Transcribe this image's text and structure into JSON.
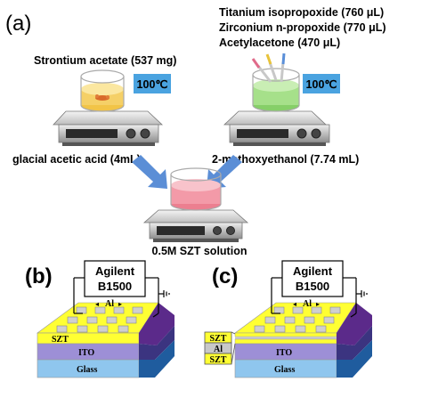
{
  "panel_a": {
    "panel_label": "(a)",
    "reagents": [
      "Titanium isopropoxide (760 μL)",
      "Zirconium n-propoxide (770 μL)",
      "Acetylacetone (470 μL)"
    ],
    "strontium": "Strontium acetate (537 mg)",
    "temp_left": "100℃",
    "temp_right": "100℃",
    "acid": "glacial acetic acid (4mL)",
    "solvent": "2-methoxyethanol (7.74 mL)",
    "solution": "0.5M SZT solution"
  },
  "panel_b": {
    "panel_label": "(b)",
    "instrument_line1": "Agilent",
    "instrument_line2": "B1500",
    "electrode": "Al",
    "layers": [
      "SZT",
      "ITO",
      "Glass"
    ]
  },
  "panel_c": {
    "panel_label": "(c)",
    "instrument_line1": "Agilent",
    "instrument_line2": "B1500",
    "electrode": "Al",
    "stack": [
      "SZT",
      "Al",
      "SZT"
    ],
    "layers": [
      "ITO",
      "Glass"
    ]
  },
  "colors": {
    "szt_layer": "#ffff33",
    "ito_layer": "#9d8fd6",
    "glass_layer": "#8fc6ee",
    "side_purple": "#5b2a8a",
    "arrow_blue": "#5b8ed6",
    "temp_box": "#4aa3e0",
    "solution_pink": "#f39aa8",
    "left_beaker": "#f5d067",
    "right_beaker": "#a6e08a"
  }
}
